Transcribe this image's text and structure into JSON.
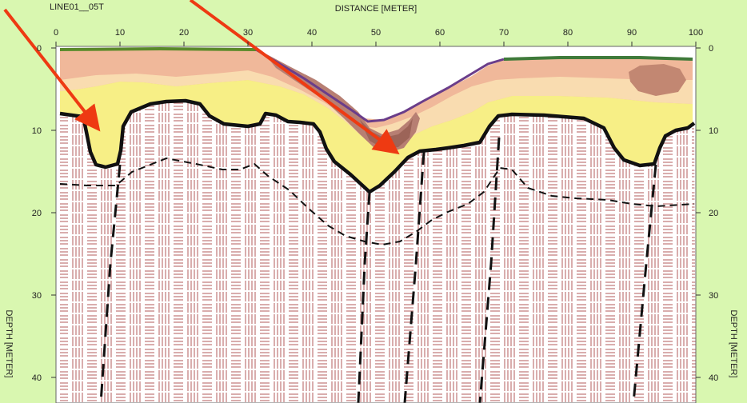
{
  "header": {
    "line_id": "LINE01__05T",
    "x_axis_title": "DISTANCE [METER]",
    "y_axis_title": "DEPTH [METER]"
  },
  "axes": {
    "x_ticks": [
      "0",
      "10",
      "20",
      "30",
      "40",
      "50",
      "60",
      "70",
      "80",
      "90",
      "100"
    ],
    "y_ticks": [
      "0",
      "10",
      "20",
      "30",
      "40"
    ]
  },
  "colors": {
    "background": "#d9f7b0",
    "bedrock_hatch": "#c98a8a",
    "yellow_layer": "#f7ef86",
    "salmon_layer": "#f0b89a",
    "brown_lens": "#b77f73",
    "boundary_line": "#111111",
    "arrow": "#ee3a12"
  }
}
